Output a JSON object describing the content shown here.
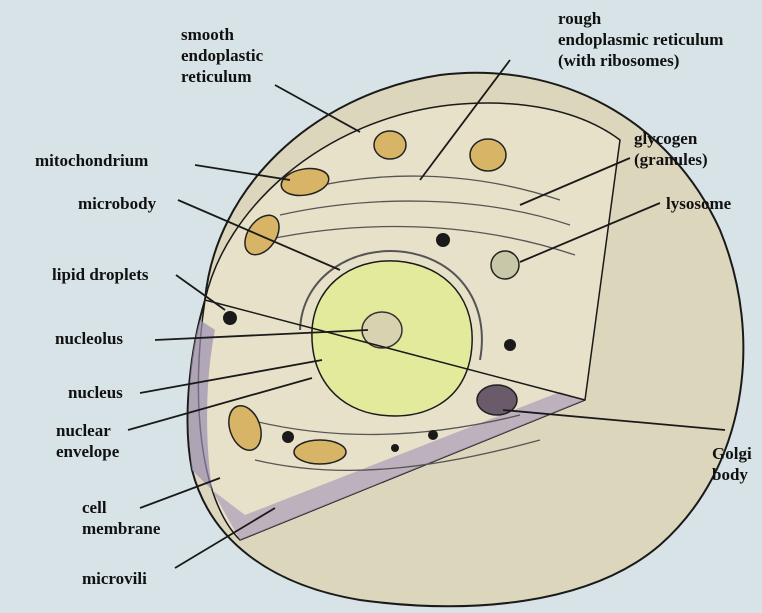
{
  "labels": {
    "smooth_er": [
      "smooth",
      "endoplastic",
      "reticulum"
    ],
    "rough_er": [
      "rough",
      "endoplasmic reticulum",
      "(with ribosomes)"
    ],
    "mitochondrium": "mitochondrium",
    "glycogen": [
      "glycogen",
      "(granules)"
    ],
    "microbody": "microbody",
    "lysosome": "lysosome",
    "lipid_droplets": "lipid droplets",
    "nucleolus": "nucleolus",
    "nucleus": "nucleus",
    "nuclear_envelope": [
      "nuclear",
      "envelope"
    ],
    "golgi_body": [
      "Golgi",
      "body"
    ],
    "cell_membrane": [
      "cell",
      "membrane"
    ],
    "microvili": "microvili"
  },
  "colors": {
    "background": "#d7e3e6",
    "cytoplasm": "#e6e1c8",
    "cell_outer": "#dcd6bc",
    "membrane_cut": "#9a8fb0",
    "nucleus_fill": "#e3ea9c",
    "mitochondria": "#d8b566",
    "ink": "#1a1a1a"
  }
}
